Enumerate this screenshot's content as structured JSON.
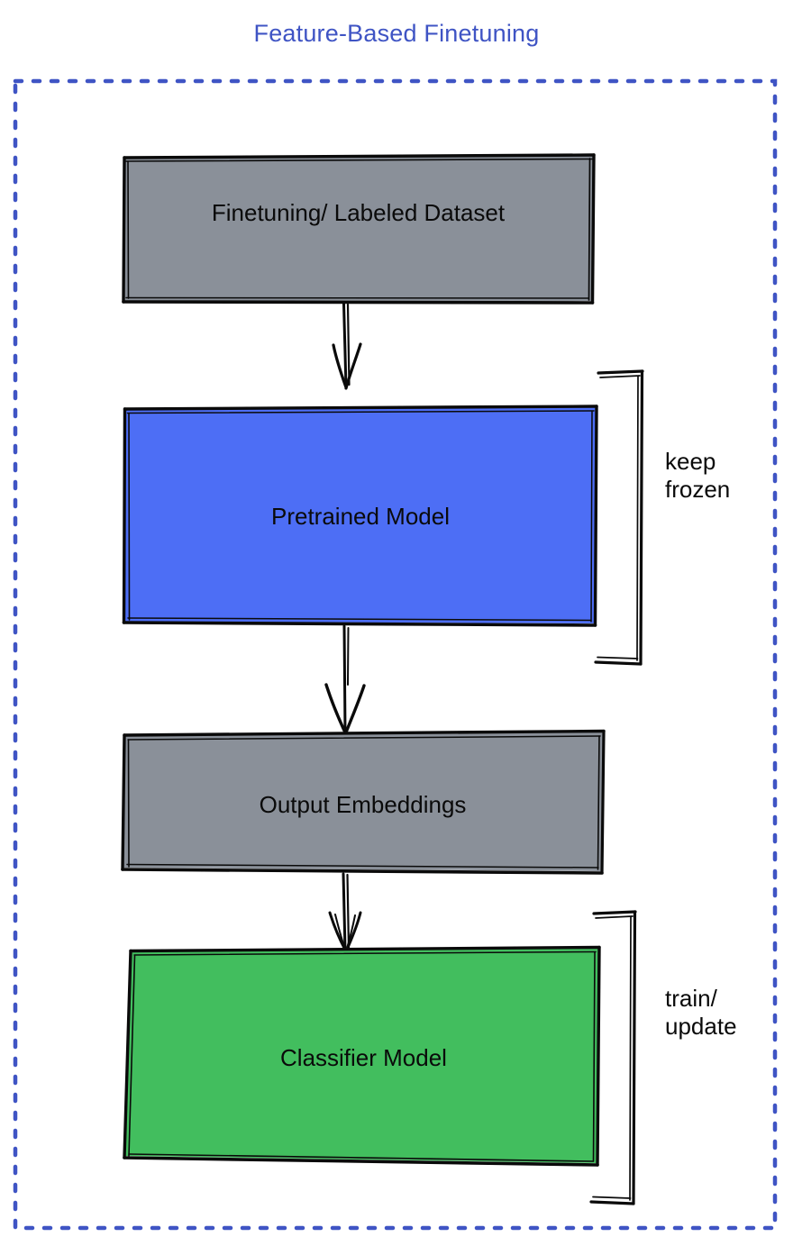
{
  "diagram": {
    "title": "Feature-Based Finetuning",
    "title_color": "#3f54c4",
    "border": {
      "name": "dashed-container",
      "color": "#3f54c4",
      "style": "dashed"
    },
    "nodes": [
      {
        "id": "finetuning-dataset",
        "label": "Finetuning/ Labeled Dataset",
        "fill": "#8a9099",
        "stroke": "#0a0a0a"
      },
      {
        "id": "pretrained-model",
        "label": "Pretrained Model",
        "fill": "#4d6ef5",
        "stroke": "#0a0a0a"
      },
      {
        "id": "output-embeddings",
        "label": "Output Embeddings",
        "fill": "#8a9099",
        "stroke": "#0a0a0a"
      },
      {
        "id": "classifier-model",
        "label": "Classifier Model",
        "fill": "#42be5e",
        "stroke": "#0a0a0a"
      }
    ],
    "edges": [
      {
        "id": "edge-dataset-to-pretrained",
        "from": "finetuning-dataset",
        "to": "pretrained-model",
        "label": ""
      },
      {
        "id": "edge-pretrained-to-embeddings",
        "from": "pretrained-model",
        "to": "output-embeddings",
        "label": ""
      },
      {
        "id": "edge-embeddings-to-classifier",
        "from": "output-embeddings",
        "to": "classifier-model",
        "label": ""
      }
    ],
    "annotations": [
      {
        "id": "keep-frozen",
        "label": "keep\nfrozen",
        "target": "pretrained-model",
        "bracket": "right"
      },
      {
        "id": "train-update",
        "label": "train/\nupdate",
        "target": "classifier-model",
        "bracket": "right"
      }
    ]
  }
}
